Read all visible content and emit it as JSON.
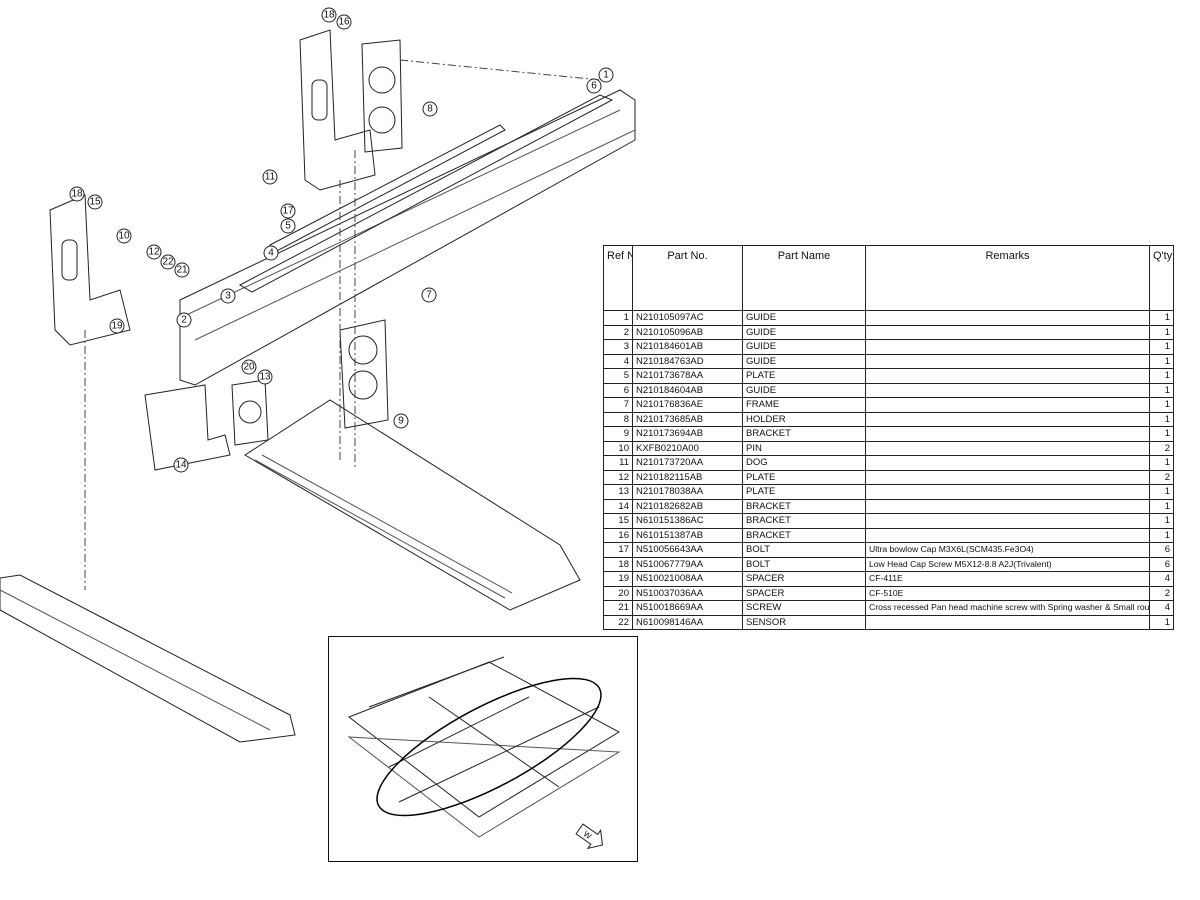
{
  "table": {
    "headers": {
      "ref": "Ref No.",
      "part_no": "Part No.",
      "part_name": "Part Name",
      "remarks": "Remarks",
      "qty": "Q'ty"
    },
    "rows": [
      {
        "ref": "1",
        "part_no": "N210105097AC",
        "part_name": "GUIDE",
        "remarks": "",
        "qty": "1"
      },
      {
        "ref": "2",
        "part_no": "N210105096AB",
        "part_name": "GUIDE",
        "remarks": "",
        "qty": "1"
      },
      {
        "ref": "3",
        "part_no": "N210184601AB",
        "part_name": "GUIDE",
        "remarks": "",
        "qty": "1"
      },
      {
        "ref": "4",
        "part_no": "N210184763AD",
        "part_name": "GUIDE",
        "remarks": "",
        "qty": "1"
      },
      {
        "ref": "5",
        "part_no": "N210173678AA",
        "part_name": "PLATE",
        "remarks": "",
        "qty": "1"
      },
      {
        "ref": "6",
        "part_no": "N210184604AB",
        "part_name": "GUIDE",
        "remarks": "",
        "qty": "1"
      },
      {
        "ref": "7",
        "part_no": "N210176836AE",
        "part_name": "FRAME",
        "remarks": "",
        "qty": "1"
      },
      {
        "ref": "8",
        "part_no": "N210173685AB",
        "part_name": "HOLDER",
        "remarks": "",
        "qty": "1"
      },
      {
        "ref": "9",
        "part_no": "N210173694AB",
        "part_name": "BRACKET",
        "remarks": "",
        "qty": "1"
      },
      {
        "ref": "10",
        "part_no": "KXFB0210A00",
        "part_name": "PIN",
        "remarks": "",
        "qty": "2"
      },
      {
        "ref": "11",
        "part_no": "N210173720AA",
        "part_name": "DOG",
        "remarks": "",
        "qty": "1"
      },
      {
        "ref": "12",
        "part_no": "N210182115AB",
        "part_name": "PLATE",
        "remarks": "",
        "qty": "2"
      },
      {
        "ref": "13",
        "part_no": "N210178038AA",
        "part_name": "PLATE",
        "remarks": "",
        "qty": "1"
      },
      {
        "ref": "14",
        "part_no": "N210182682AB",
        "part_name": "BRACKET",
        "remarks": "",
        "qty": "1"
      },
      {
        "ref": "15",
        "part_no": "N610151386AC",
        "part_name": "BRACKET",
        "remarks": "",
        "qty": "1"
      },
      {
        "ref": "16",
        "part_no": "N610151387AB",
        "part_name": "BRACKET",
        "remarks": "",
        "qty": "1"
      },
      {
        "ref": "17",
        "part_no": "N510056643AA",
        "part_name": "BOLT",
        "remarks": "Ultra bowlow Cap M3X6L(SCM435.Fe3O4)",
        "qty": "6"
      },
      {
        "ref": "18",
        "part_no": "N510067779AA",
        "part_name": "BOLT",
        "remarks": "Low Head Cap Screw M5X12-8.8 A2J(Trivalent)",
        "qty": "6"
      },
      {
        "ref": "19",
        "part_no": "N510021008AA",
        "part_name": "SPACER",
        "remarks": "CF-411E",
        "qty": "4"
      },
      {
        "ref": "20",
        "part_no": "N510037036AA",
        "part_name": "SPACER",
        "remarks": "CF-510E",
        "qty": "2"
      },
      {
        "ref": "21",
        "part_no": "N510018669AA",
        "part_name": "SCREW",
        "remarks": "Cross recessed Pan head machine screw with Spring washer & Small round",
        "qty": "4"
      },
      {
        "ref": "22",
        "part_no": "N610098146AA",
        "part_name": "SENSOR",
        "remarks": "",
        "qty": "1"
      }
    ]
  },
  "callouts": [
    "18",
    "16",
    "1",
    "6",
    "8",
    "11",
    "17",
    "5",
    "18",
    "15",
    "10",
    "12",
    "22",
    "21",
    "4",
    "3",
    "7",
    "2",
    "19",
    "20",
    "13",
    "9",
    "14"
  ],
  "inset": {
    "arrow_label": "W"
  }
}
